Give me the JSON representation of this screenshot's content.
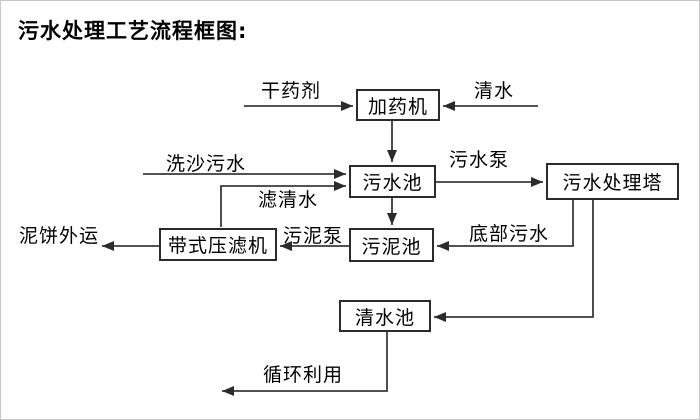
{
  "title": "污水处理工艺流程框图:",
  "flowchart": {
    "nodes": {
      "dosing_machine": {
        "label": "加药机"
      },
      "sewage_pool": {
        "label": "污水池"
      },
      "treatment_tower": {
        "label": "污水处理塔"
      },
      "sludge_pool": {
        "label": "污泥池"
      },
      "belt_filter_press": {
        "label": "带式压滤机"
      },
      "clean_water_pool": {
        "label": "清水池"
      }
    },
    "flow_labels": {
      "dry_chemical": "干药剂",
      "clean_water_in": "清水",
      "sand_wash_sewage": "洗沙污水",
      "sewage_pump": "污水泵",
      "filtered_water": "滤清水",
      "sludge_pump": "污泥泵",
      "bottom_sewage": "底部污水",
      "mud_cake_outbound": "泥饼外运",
      "recycle_use": "循环利用"
    },
    "edges": [
      {
        "from": "external",
        "to": "加药机",
        "label": "干药剂"
      },
      {
        "from": "external",
        "to": "加药机",
        "label": "清水"
      },
      {
        "from": "加药机",
        "to": "污水池",
        "label": ""
      },
      {
        "from": "external",
        "to": "污水池",
        "label": "洗沙污水"
      },
      {
        "from": "带式压滤机",
        "to": "污水池",
        "label": "滤清水"
      },
      {
        "from": "污水池",
        "to": "污水处理塔",
        "label": "污水泵"
      },
      {
        "from": "污水池",
        "to": "污泥池",
        "label": ""
      },
      {
        "from": "污水处理塔",
        "to": "污泥池",
        "label": "底部污水"
      },
      {
        "from": "污泥池",
        "to": "带式压滤机",
        "label": "污泥泵"
      },
      {
        "from": "污水处理塔",
        "to": "清水池",
        "label": ""
      },
      {
        "from": "带式压滤机",
        "to": "external",
        "label": "泥饼外运"
      },
      {
        "from": "清水池",
        "to": "external",
        "label": "循环利用"
      }
    ],
    "colors": {
      "line": "#3a3a3a",
      "box_border": "#2b2b2b",
      "text": "#000000",
      "background": "#ffffff"
    }
  }
}
